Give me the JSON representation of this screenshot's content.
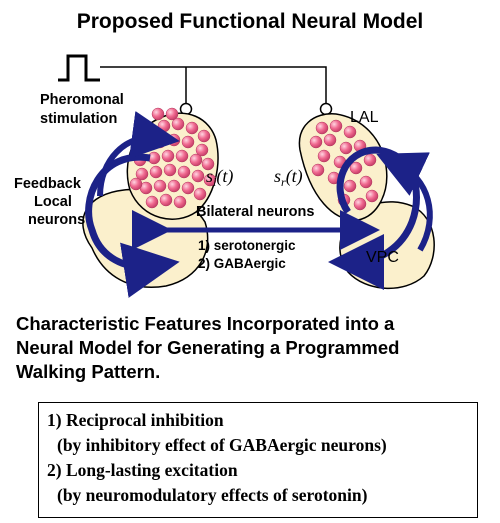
{
  "title": "Proposed Functional Neural Model",
  "diagram": {
    "pheromonal_label": [
      "Pheromonal",
      "stimulation"
    ],
    "lal_label": "LAL",
    "feedback_label": [
      "Feedback",
      "Local",
      "neurons"
    ],
    "signal_left": "s",
    "signal_left_sub": "l",
    "signal_left_arg": "(t)",
    "signal_right": "s",
    "signal_right_sub": "r",
    "signal_right_arg": "(t)",
    "bilateral_label": "Bilateral neurons",
    "bilateral_types": [
      "1)  serotonergic",
      "2)  GABAergic"
    ],
    "vpc_label": "VPC",
    "colors": {
      "lobe_fill": "#fbf0cc",
      "dot_fill": "#f06a90",
      "arrow": "#1c2288",
      "outline": "#000000"
    }
  },
  "features": {
    "lines": [
      "Characteristic Features Incorporated into a",
      "Neural Model  for Generating a Programmed",
      "Walking Pattern."
    ]
  },
  "list": {
    "items": [
      "1) Reciprocal inhibition",
      "(by inhibitory effect of GABAergic neurons)",
      "2) Long-lasting excitation",
      "(by neuromodulatory effects of serotonin)"
    ]
  }
}
